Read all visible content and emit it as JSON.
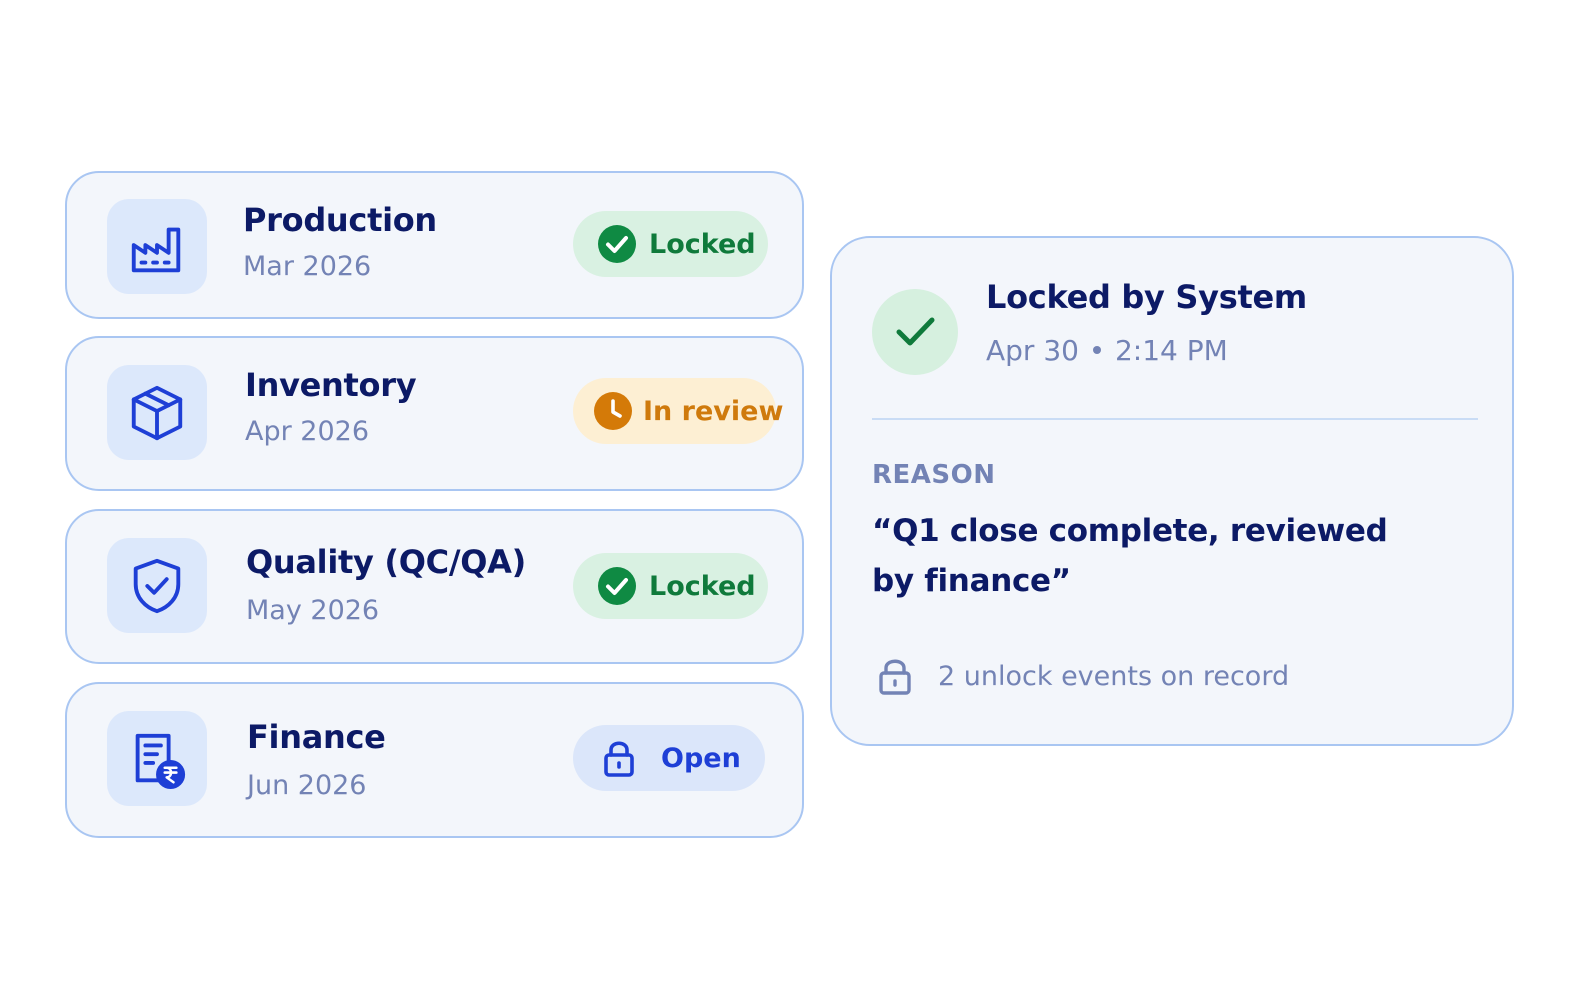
{
  "colors": {
    "navy": "#0c1a66",
    "muted": "#7383b5",
    "accent_blue": "#1e3fd6",
    "locked_green": "#0f7a3b",
    "review_orange": "#cf7a0c",
    "card_border": "#a9c6f2"
  },
  "periods": [
    {
      "name": "Production",
      "date": "Mar 2026",
      "status": "Locked",
      "status_kind": "locked",
      "icon": "factory-icon"
    },
    {
      "name": "Inventory",
      "date": "Apr 2026",
      "status": "In review",
      "status_kind": "review",
      "icon": "box-icon"
    },
    {
      "name": "Quality (QC/QA)",
      "date": "May 2026",
      "status": "Locked",
      "status_kind": "locked",
      "icon": "shield-check-icon"
    },
    {
      "name": "Finance",
      "date": "Jun 2026",
      "status": "Open",
      "status_kind": "open",
      "icon": "rupee-document-icon"
    }
  ],
  "detail": {
    "icon": "check-icon",
    "title": "Locked by System",
    "date": "Apr 30",
    "time": "2:14 PM",
    "reason_label": "REASON",
    "reason_text": "“Q1 close complete, reviewed by finance”",
    "unlock_icon": "lock-icon",
    "unlock_events": "2 unlock events on record"
  }
}
